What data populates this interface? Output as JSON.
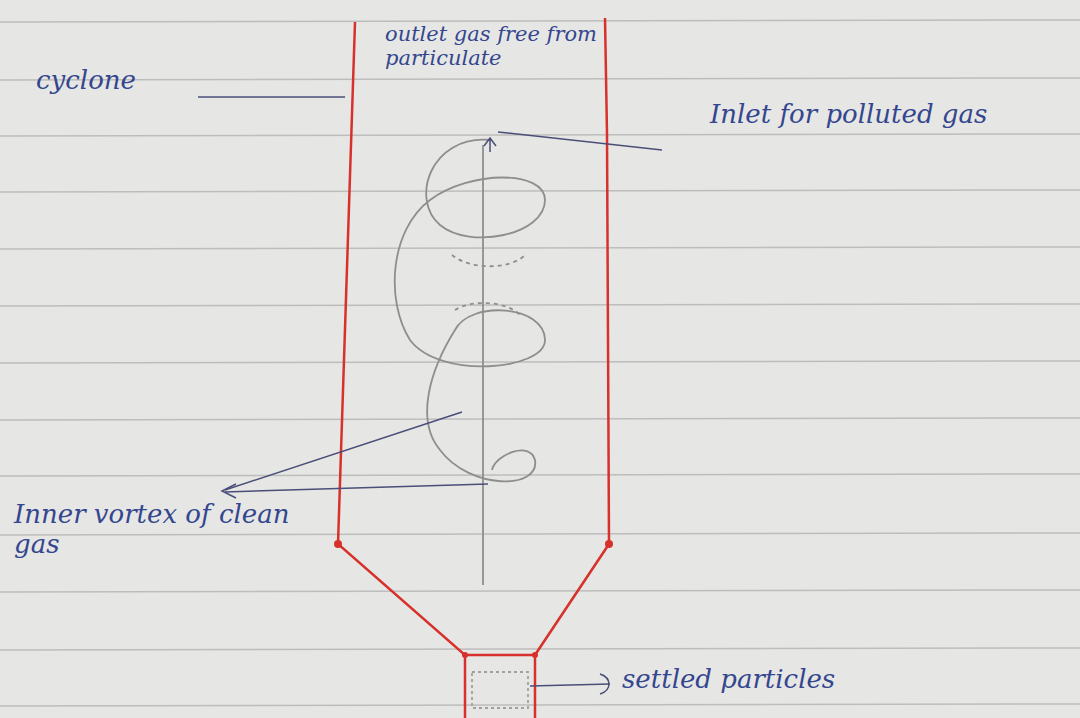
{
  "diagram": {
    "labels": [
      "cyclone",
      "outlet gas free from particulate",
      "Inlet for polluted gas",
      "Inner vortex of clean gas",
      "settled particles"
    ]
  }
}
